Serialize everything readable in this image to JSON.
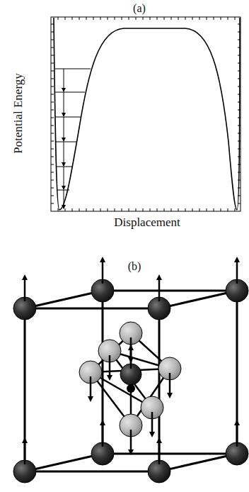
{
  "diagram": {
    "labels": [
      "(a)",
      "Potential Energy",
      "Displacement",
      "(b)"
    ]
  }
}
